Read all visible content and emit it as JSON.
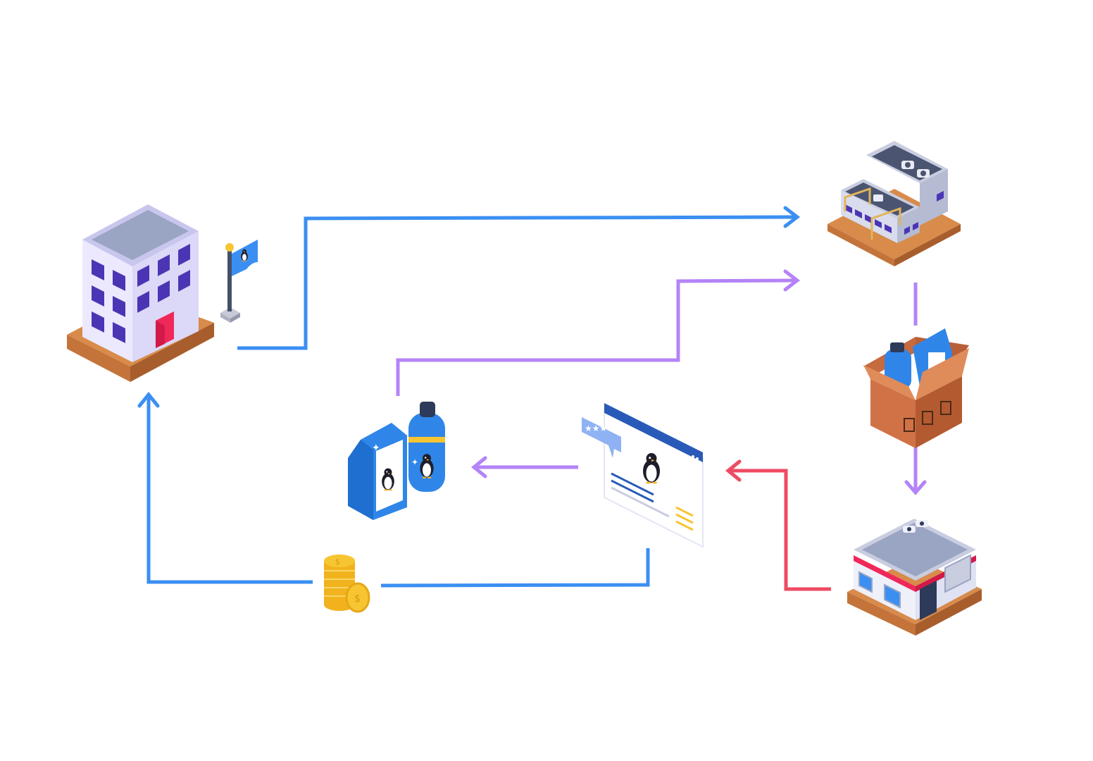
{
  "colors": {
    "blue": "#3b8ff2",
    "purple": "#b483f7",
    "red": "#ee4b63",
    "building_wall": "#e4e2fb",
    "building_roof": "#9aa4c3",
    "window": "#4c35b4",
    "base_top": "#d88b4a",
    "base_side": "#b86a35",
    "door": "#f0285a",
    "box": "#d17246",
    "coin": "#f7c531",
    "product_blue": "#2f86e8"
  },
  "nodes": [
    {
      "id": "headquarters",
      "icon": "office-building-icon"
    },
    {
      "id": "flag",
      "icon": "penguin-flag-icon"
    },
    {
      "id": "factory",
      "icon": "factory-icon"
    },
    {
      "id": "shipping-box",
      "icon": "shipping-box-icon"
    },
    {
      "id": "store",
      "icon": "store-icon"
    },
    {
      "id": "web-page",
      "icon": "web-page-review-icon"
    },
    {
      "id": "products",
      "icon": "penguin-products-icon"
    },
    {
      "id": "coins",
      "icon": "coins-icon"
    }
  ],
  "flows": [
    {
      "from": "headquarters",
      "to": "factory",
      "color": "blue"
    },
    {
      "from": "products",
      "to": "factory",
      "color": "purple"
    },
    {
      "from": "factory",
      "to": "shipping-box",
      "color": "purple"
    },
    {
      "from": "shipping-box",
      "to": "store",
      "color": "purple"
    },
    {
      "from": "store",
      "to": "web-page",
      "color": "red"
    },
    {
      "from": "web-page",
      "to": "products",
      "color": "purple"
    },
    {
      "from": "web-page",
      "to": "coins",
      "color": "blue"
    },
    {
      "from": "coins",
      "to": "headquarters",
      "color": "blue"
    }
  ]
}
